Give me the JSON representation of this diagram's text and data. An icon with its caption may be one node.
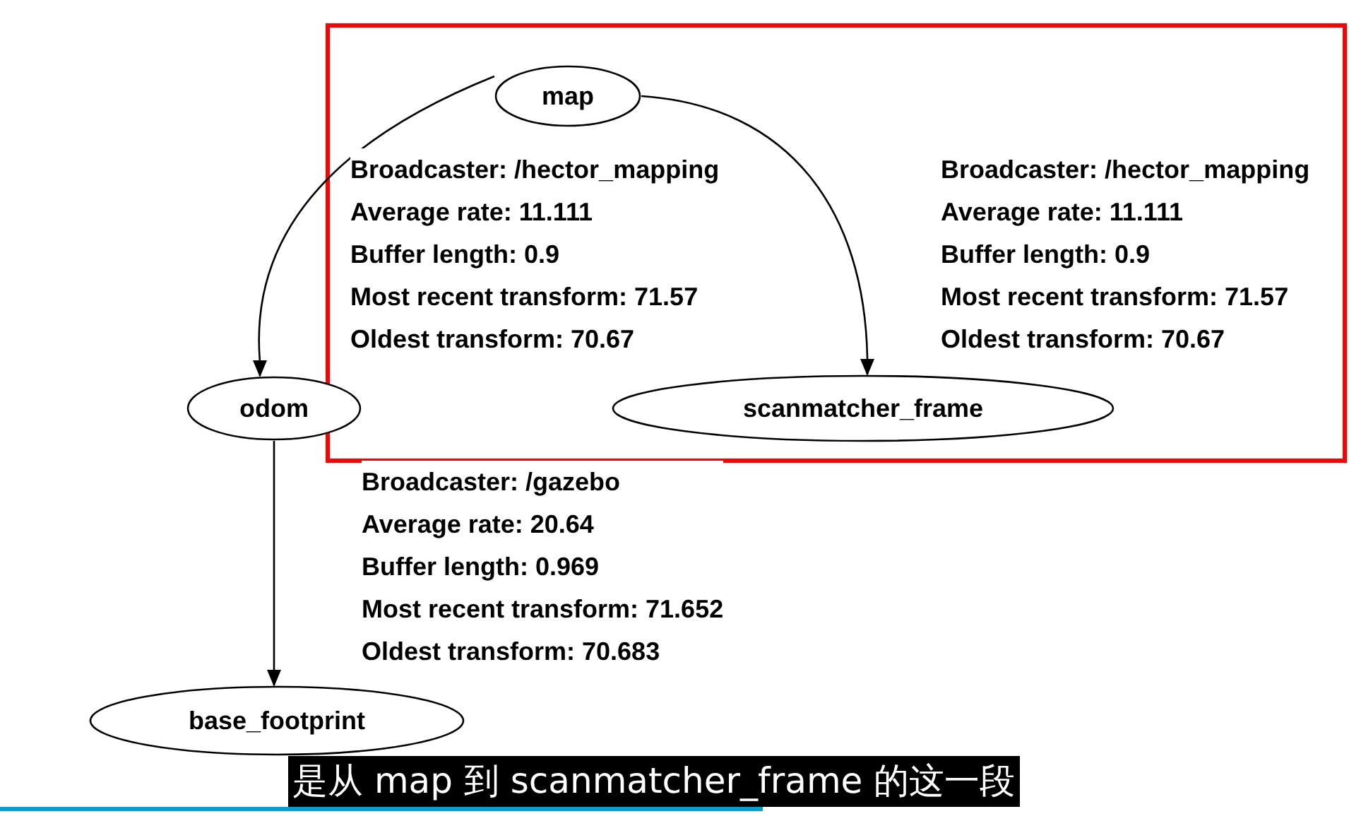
{
  "diagram": {
    "caption": "是从 map 到 scanmatcher_frame 的这一段",
    "nodes": [
      {
        "text": [
          "map"
        ]
      },
      {
        "text": [
          "odom"
        ]
      },
      {
        "text": [
          "scanmatcher_frame"
        ]
      },
      {
        "text": [
          "base_footprint"
        ]
      }
    ],
    "edges": [
      {
        "from": 0,
        "to": 1,
        "arrow": "to",
        "label": "Broadcaster: /hector_mapping Average rate: 11.111 Buffer length: 0.9 Most recent transform: 71.57 Oldest transform: 70.67"
      },
      {
        "from": 0,
        "to": 2,
        "arrow": "to",
        "label": "Broadcaster: /hector_mapping Average rate: 11.111 Buffer length: 0.9 Most recent transform: 71.57 Oldest transform: 70.67"
      },
      {
        "from": 1,
        "to": 3,
        "arrow": "to",
        "label": "Broadcaster: /gazebo Average rate: 20.64 Buffer length: 0.969 Most recent transform: 71.652 Oldest transform: 70.683"
      }
    ]
  }
}
